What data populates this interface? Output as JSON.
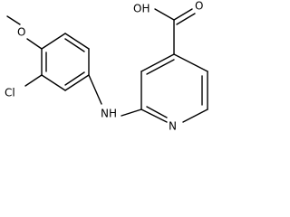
{
  "labels": {
    "carboxylic_acid": "OH",
    "carbonyl_oxygen": "O",
    "methoxy_oxygen": "O",
    "chloro": "Cl",
    "amine": "NH",
    "pyridine_nitrogen": "N"
  }
}
